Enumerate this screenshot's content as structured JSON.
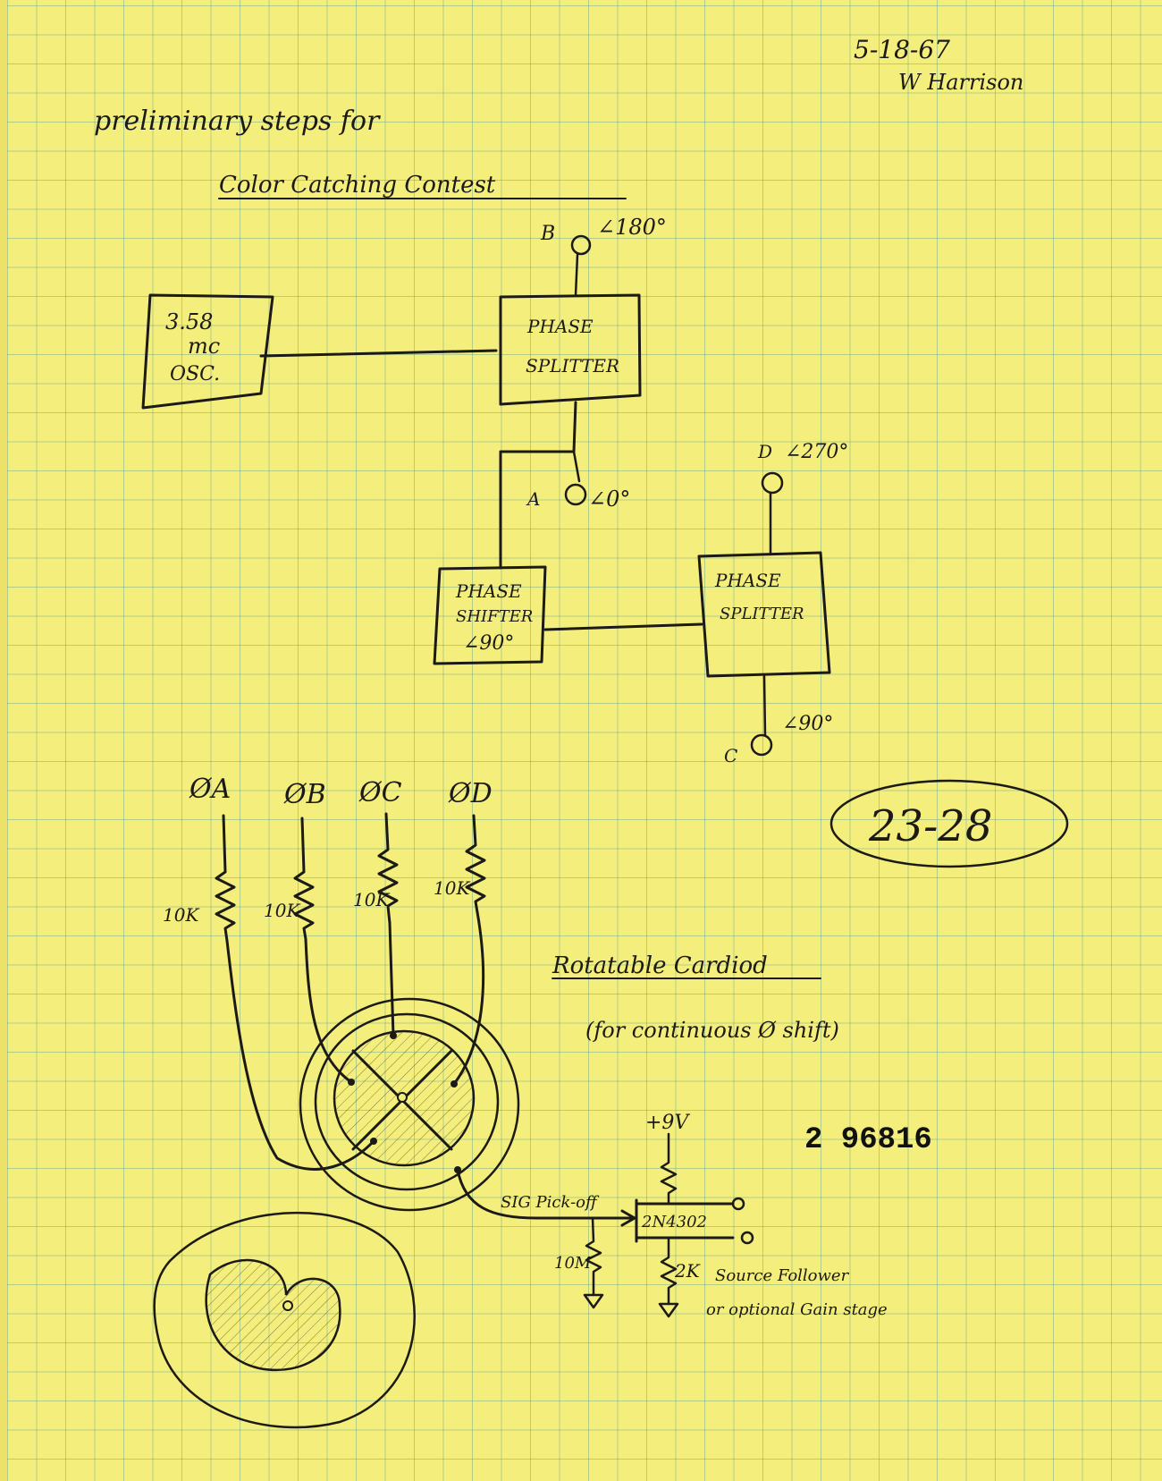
{
  "header": {
    "date": "5-18-67",
    "author": "W Harrison"
  },
  "title": {
    "line1": "preliminary steps for",
    "line2": "Color Catching Contest"
  },
  "blocks": {
    "oscillator": [
      "3.58",
      "mc",
      "OSC."
    ],
    "phase_splitter_1": [
      "PHASE",
      "SPLITTER"
    ],
    "phase_shifter": [
      "PHASE",
      "SHIFTER",
      "∠90°"
    ],
    "phase_splitter_2": [
      "PHASE",
      "SPLITTER"
    ]
  },
  "outputs": {
    "b_label": "B",
    "b_angle": "∠180°",
    "a_label": "A",
    "a_angle": "∠0°",
    "d_label": "D",
    "d_angle": "∠270°",
    "c_label": "C",
    "c_angle": "∠90°"
  },
  "phase_inputs": [
    "ØA",
    "ØB",
    "ØC",
    "ØD"
  ],
  "resistors": [
    "10K",
    "10K",
    "10K",
    "10K"
  ],
  "rotatable": {
    "title": "Rotatable Cardiod",
    "subtitle": "(for continuous Ø shift)"
  },
  "circuit": {
    "supply": "+9V",
    "pickoff": "SIG Pick-off",
    "transistor": "2N4302",
    "gate_resistor": "10M",
    "source_resistor": "2K",
    "note_line1": "Source Follower",
    "note_line2": "or optional Gain stage"
  },
  "page_number": "23-28",
  "stamp_number": "2 96816"
}
